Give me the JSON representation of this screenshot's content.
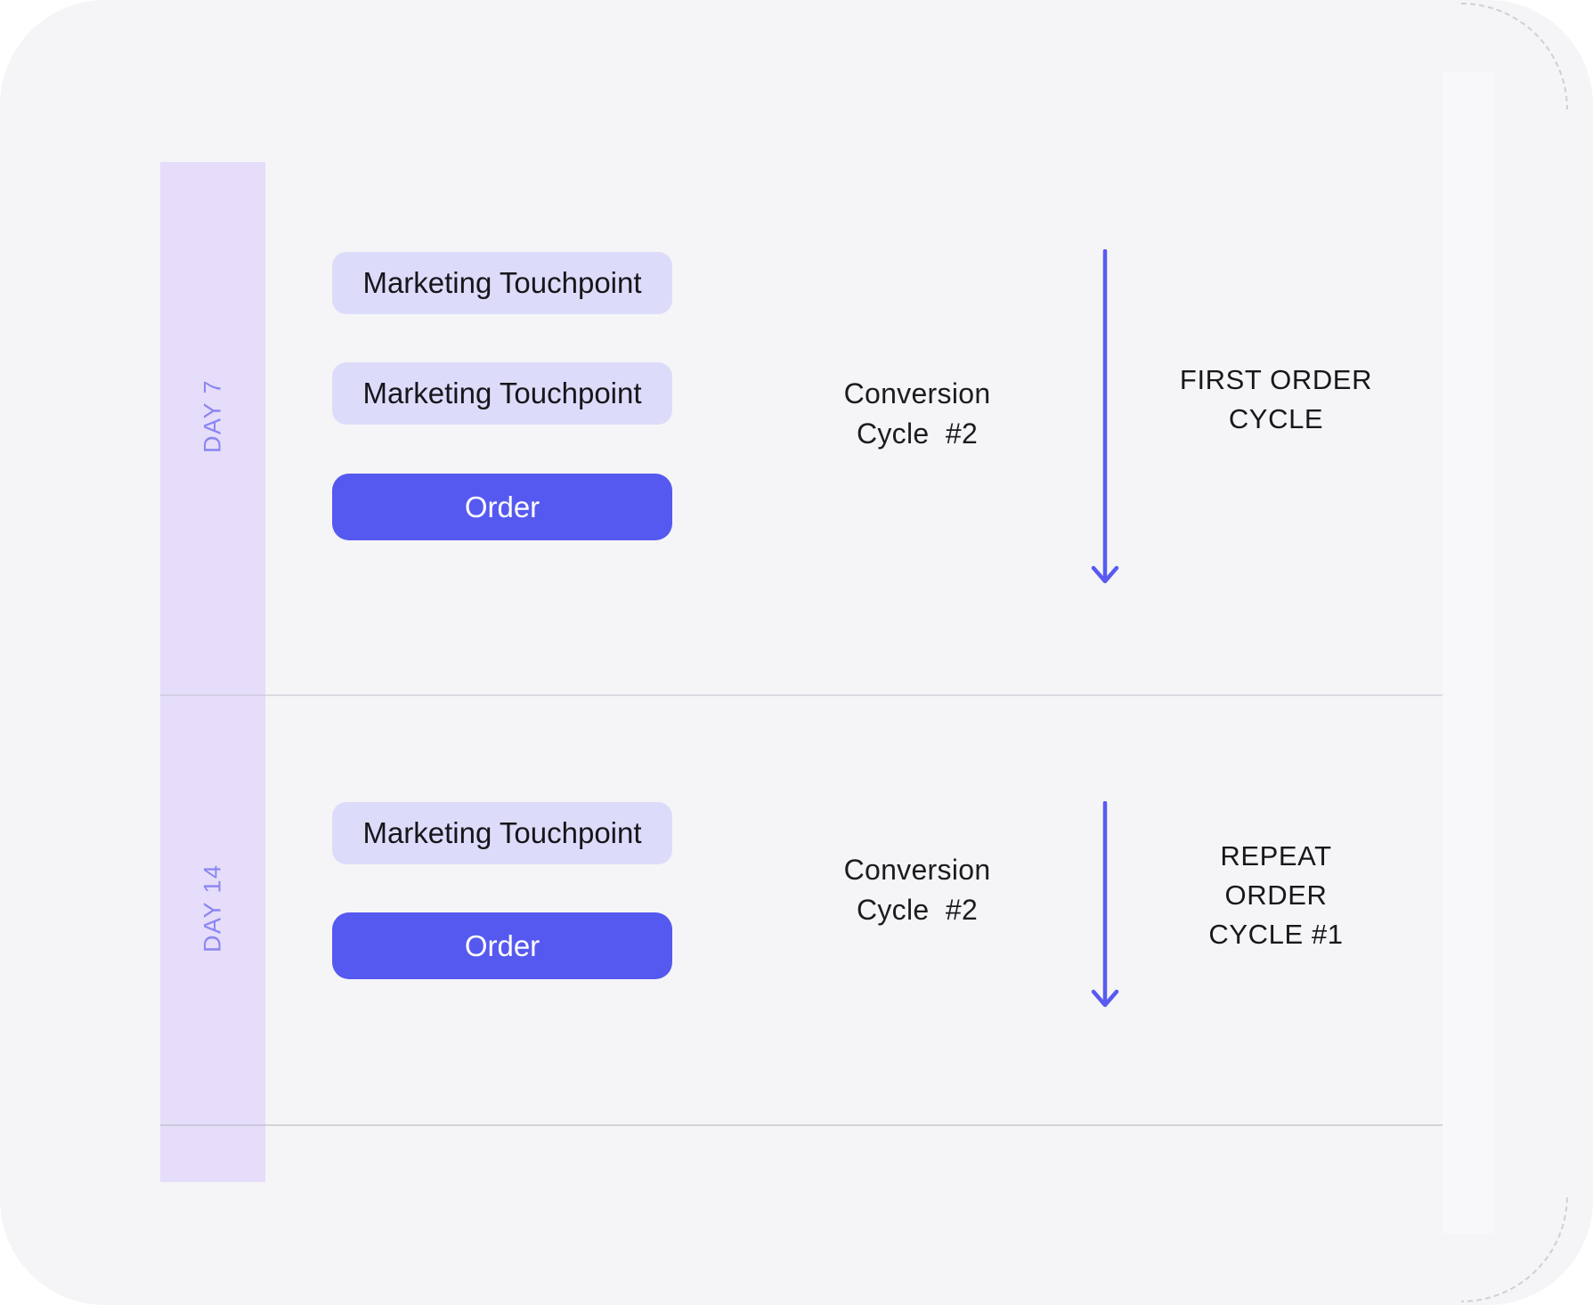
{
  "canvas": {
    "page_bg": "#ffffff",
    "card_bg": "#f5f5f7"
  },
  "colors": {
    "timeline_bar": "#e5ddf9",
    "day_label": "#8a85f1",
    "touchpoint_bg": "#dcdcfa",
    "touchpoint_text": "#16161b",
    "order_bg": "#5659ef",
    "order_text": "#ffffff",
    "arrow": "#585af1",
    "divider": "#e2e2e7",
    "heading_text": "#17171c"
  },
  "sections": [
    {
      "day_label": "DAY 7",
      "touchpoint_1": "Marketing Touchpoint",
      "touchpoint_2": "Marketing Touchpoint",
      "order_label": "Order",
      "conversion_line_1": "Conversion",
      "conversion_line_2": "Cycle  #2",
      "stage_line_1": "FIRST ORDER",
      "stage_line_2": "CYCLE"
    },
    {
      "day_label": "DAY 14",
      "touchpoint_1": "Marketing Touchpoint",
      "order_label": "Order",
      "conversion_line_1": "Conversion",
      "conversion_line_2": "Cycle  #2",
      "stage_line_1": "REPEAT",
      "stage_line_2": "ORDER",
      "stage_line_3": "CYCLE #1"
    }
  ]
}
